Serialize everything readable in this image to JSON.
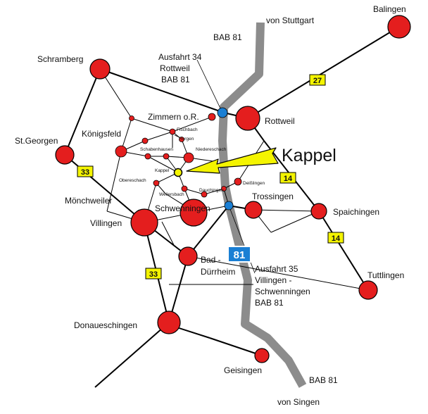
{
  "labels": {
    "von_stuttgart": "von Stuttgart",
    "bab81_top": "BAB 81",
    "ausfahrt34_l1": "Ausfahrt 34",
    "ausfahrt34_l2": "Rottweil",
    "ausfahrt34_l3": "BAB 81",
    "balingen": "Balingen",
    "schramberg": "Schramberg",
    "zimmern": "Zimmern o.R.",
    "rottweil": "Rottweil",
    "koenigsfeld": "Königsfeld",
    "st_georgen": "St.Georgen",
    "kappel_big": "Kappel",
    "fischbach": "Fischbach",
    "horgen": "Horgen",
    "schabenhausen": "Schabenhausen",
    "niedereschach": "Niedereschach",
    "kappel_small": "Kappel",
    "obereschach": "Obereschach",
    "deisslingen": "Deißlingen",
    "dauchingen": "Dauchingen",
    "weilersbach": "Weilersbach",
    "moenchweiler": "Mönchweiler",
    "trossingen": "Trossingen",
    "schwenningen": "Schwenningen",
    "villingen": "Villingen",
    "spaichingen": "Spaichingen",
    "bad_l1": "Bad -",
    "bad_l2": "Dürrheim",
    "ausfahrt35_l1": "Ausfahrt 35",
    "ausfahrt35_l2": "Villingen -",
    "ausfahrt35_l3": "Schwenningen",
    "ausfahrt35_l4": "BAB 81",
    "tuttlingen": "Tuttlingen",
    "donaueschingen": "Donaueschingen",
    "geisingen": "Geisingen",
    "bab81_bottom": "BAB 81",
    "von_singen": "von Singen"
  },
  "road_numbers": {
    "b27": "27",
    "b33_upper": "33",
    "b14_upper": "14",
    "b14_lower": "14",
    "b33_lower": "33",
    "a81": "81"
  },
  "colors": {
    "town": "#e41e1e",
    "motorway": "#8c8c8c",
    "exit": "#1a7fd4",
    "kappel_marker": "#f4f400",
    "arrow": "#f4f400",
    "road_badge": "#f4f400",
    "a81_badge": "#1a7fd4"
  }
}
